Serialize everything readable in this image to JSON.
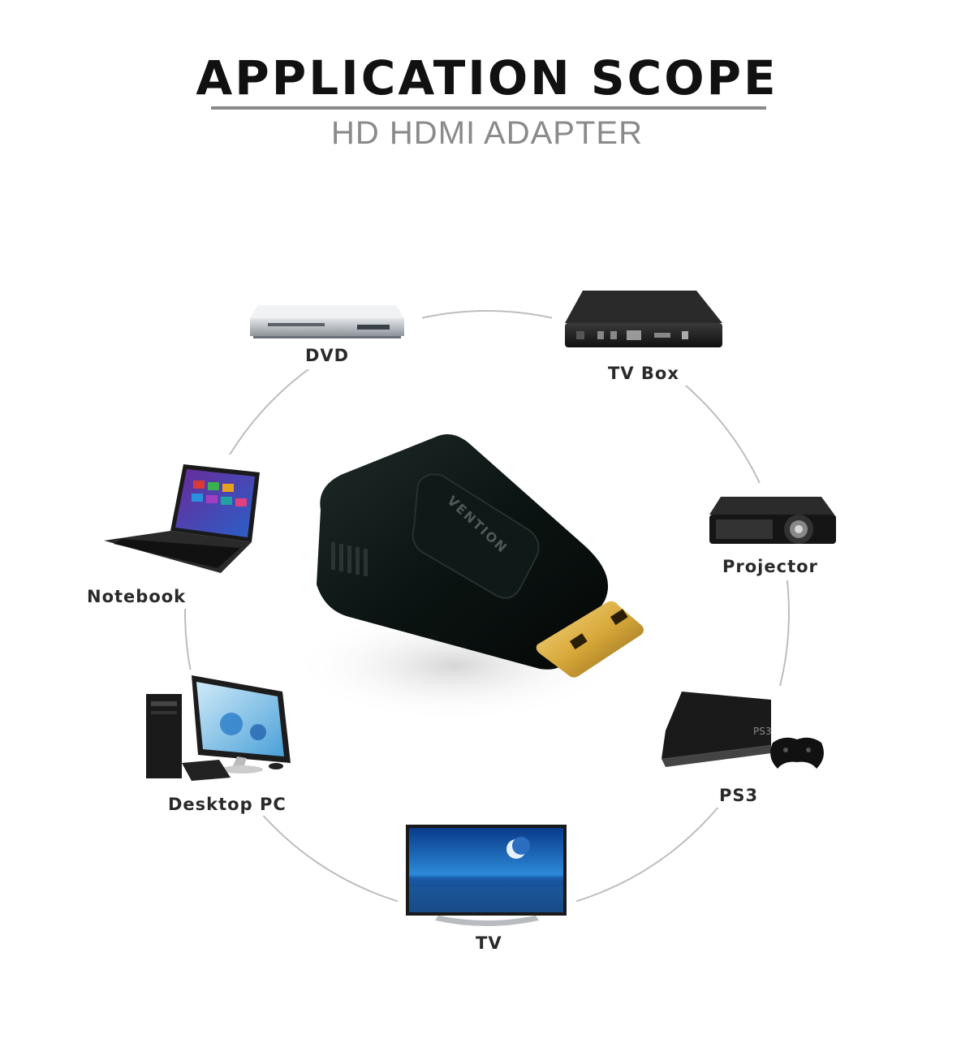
{
  "header": {
    "title": "APPLICATION SCOPE",
    "subtitle": "HD HDMI ADAPTER"
  },
  "devices": {
    "dvd": "DVD",
    "tv_box": "TV Box",
    "projector": "Projector",
    "ps3": "PS3",
    "tv": "TV",
    "desktop_pc": "Desktop PC",
    "notebook": "Notebook"
  },
  "adapter": {
    "brand": "VENTION"
  },
  "colors": {
    "title": "#111111",
    "accent_gray": "#8a8a8a",
    "ring": "#bdbdbd",
    "adapter_body": "#0c1614",
    "gold": "#d8a93a"
  }
}
